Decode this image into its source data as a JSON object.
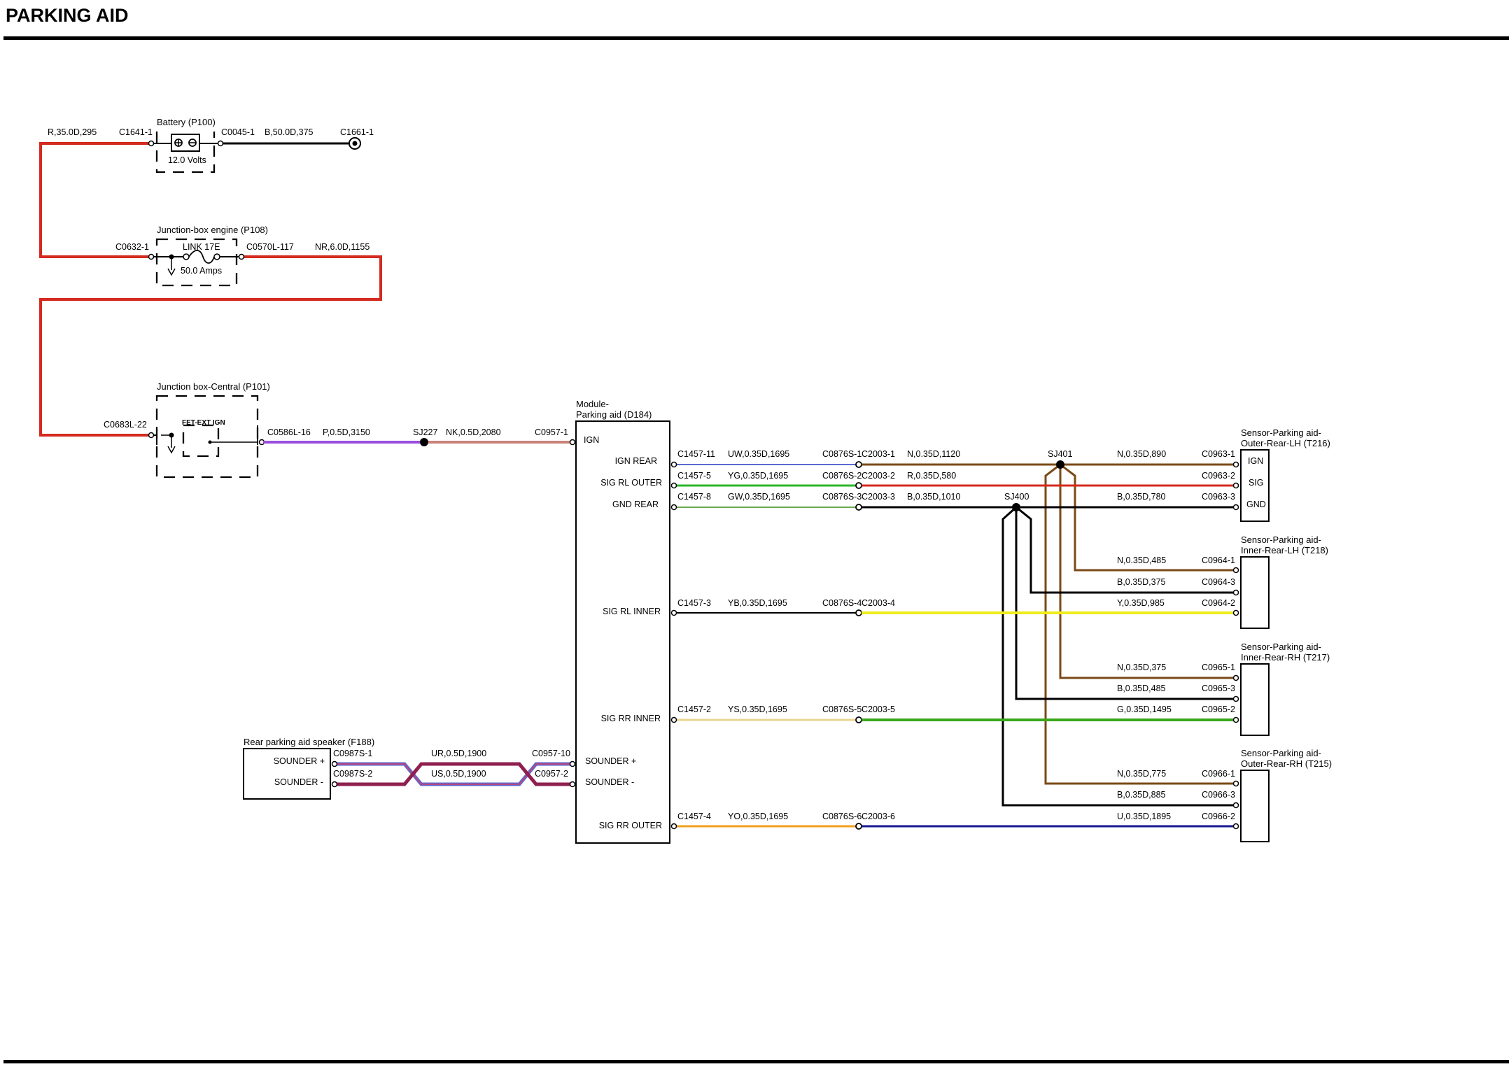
{
  "page_title": "PARKING AID",
  "components": {
    "battery": {
      "name": "Battery (P100)",
      "rating": "12.0 Volts"
    },
    "jb_engine": {
      "name": "Junction-box engine (P108)",
      "fuse": "LINK 17E",
      "rating": "50.0 Amps"
    },
    "jb_central": {
      "name": "Junction box-Central (P101)",
      "switch": "FET-EXT IGN"
    },
    "module": {
      "name_line1": "Module-",
      "name_line2": "Parking aid (D184)"
    },
    "speaker": {
      "name": "Rear parking aid speaker (F188)",
      "pins": [
        "SOUNDER +",
        "SOUNDER -"
      ]
    },
    "sensor_olh": {
      "name_line1": "Sensor-Parking aid-",
      "name_line2": "Outer-Rear-LH (T216)"
    },
    "sensor_ilh": {
      "name_line1": "Sensor-Parking aid-",
      "name_line2": "Inner-Rear-LH (T218)"
    },
    "sensor_irh": {
      "name_line1": "Sensor-Parking aid-",
      "name_line2": "Inner-Rear-RH (T217)"
    },
    "sensor_orh": {
      "name_line1": "Sensor-Parking aid-",
      "name_line2": "Outer-Rear-RH (T215)"
    }
  },
  "module_pins": [
    "IGN",
    "IGN REAR",
    "SIG RL OUTER",
    "GND REAR",
    "SIG RL INNER",
    "SIG RR INNER",
    "SOUNDER +",
    "SOUNDER -",
    "SIG RR OUTER"
  ],
  "sensor_pins": [
    "IGN",
    "SIG",
    "GND"
  ],
  "splices": {
    "sj227": "SJ227",
    "sj401": "SJ401",
    "sj400": "SJ400"
  },
  "wires": {
    "bat_feed": "R,35.0D,295",
    "bat_gnd": "B,50.0D,375",
    "jb_link": "NR,6.0D,1155",
    "ign_1": "P,0.5D,3150",
    "ign_2": "NK,0.5D,2080",
    "ign_rear": "UW,0.35D,1695",
    "sig_rl_outer": "YG,0.35D,1695",
    "gnd_rear": "GW,0.35D,1695",
    "sig_rl_inner": "YB,0.35D,1695",
    "sig_rr_inner": "YS,0.35D,1695",
    "sig_rr_outer": "YO,0.35D,1695",
    "c2003_1": "N,0.35D,1120",
    "c2003_2": "R,0.35D,580",
    "c2003_3": "B,0.35D,1010",
    "olh_ign": "N,0.35D,890",
    "olh_gnd": "B,0.35D,780",
    "ilh_ign": "N,0.35D,485",
    "ilh_gnd": "B,0.35D,375",
    "ilh_sig": "Y,0.35D,985",
    "irh_ign": "N,0.35D,375",
    "irh_gnd": "B,0.35D,485",
    "irh_sig": "G,0.35D,1495",
    "orh_ign": "N,0.35D,775",
    "orh_gnd": "B,0.35D,885",
    "orh_sig": "U,0.35D,1895",
    "snd_plus": "UR,0.5D,1900",
    "snd_minus": "US,0.5D,1900"
  },
  "connectors": {
    "c1641_1": "C1641-1",
    "c0045_1": "C0045-1",
    "c1661_1": "C1661-1",
    "c0632_1": "C0632-1",
    "c0570l_117": "C0570L-117",
    "c0683l_22": "C0683L-22",
    "c0586l_16": "C0586L-16",
    "c0957_1": "C0957-1",
    "c1457_11": "C1457-11",
    "c1457_5": "C1457-5",
    "c1457_8": "C1457-8",
    "c1457_3": "C1457-3",
    "c1457_2": "C1457-2",
    "c1457_4": "C1457-4",
    "c0876s_1": "C0876S-1",
    "c0876s_2": "C0876S-2",
    "c0876s_3": "C0876S-3",
    "c0876s_4": "C0876S-4",
    "c0876s_5": "C0876S-5",
    "c0876s_6": "C0876S-6",
    "c2003_1": "C2003-1",
    "c2003_2": "C2003-2",
    "c2003_3": "C2003-3",
    "c2003_4": "C2003-4",
    "c2003_5": "C2003-5",
    "c2003_6": "C2003-6",
    "c0963_1": "C0963-1",
    "c0963_2": "C0963-2",
    "c0963_3": "C0963-3",
    "c0964_1": "C0964-1",
    "c0964_3": "C0964-3",
    "c0964_2": "C0964-2",
    "c0965_1": "C0965-1",
    "c0965_3": "C0965-3",
    "c0965_2": "C0965-2",
    "c0966_1": "C0966-1",
    "c0966_3": "C0966-3",
    "c0966_2": "C0966-2",
    "c0987s_1": "C0987S-1",
    "c0987s_2": "C0987S-2",
    "c0957_10": "C0957-10",
    "c0957_2": "C0957-2"
  },
  "colors": {
    "red": "#d42a1f",
    "black": "#000000",
    "brown": "#7a4a16",
    "purple": "#9b4ddb",
    "pink": "#c9827a",
    "yellow": "#f0ec1a",
    "green": "#3aa61a",
    "blue": "#17198f",
    "light_blue": "#5a6ad0",
    "light_green": "#2eb52a",
    "orange": "#f0a020",
    "maroon": "#8e1f4e"
  }
}
